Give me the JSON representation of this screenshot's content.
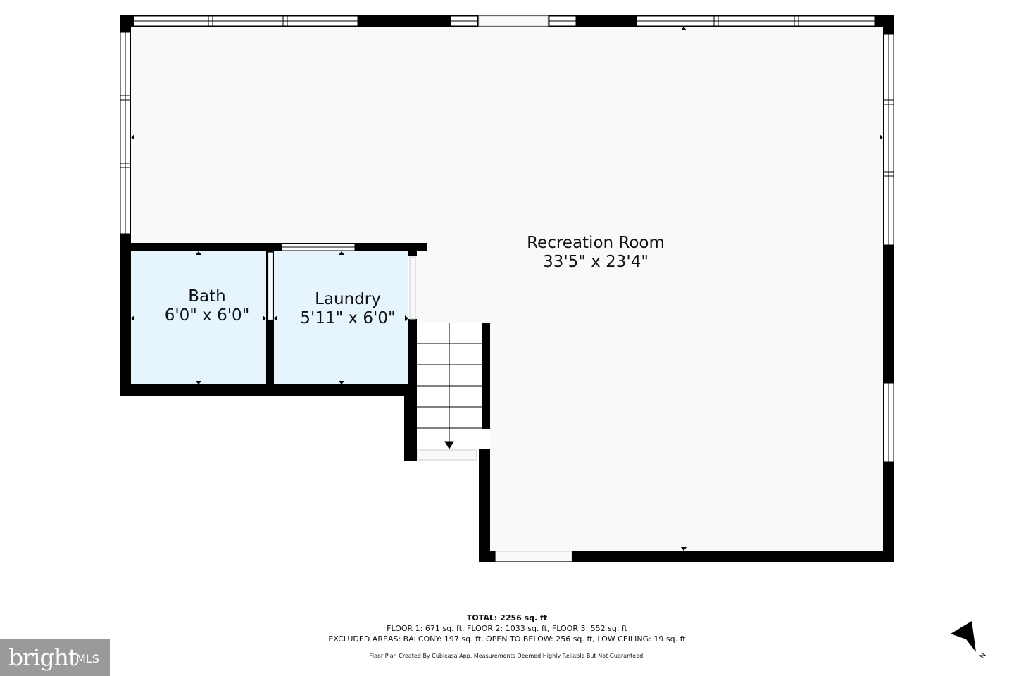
{
  "rooms": {
    "recreation": {
      "name": "Recreation Room",
      "dims": "33'5\" x 23'4\""
    },
    "bath": {
      "name": "Bath",
      "dims": "6'0\" x 6'0\""
    },
    "laundry": {
      "name": "Laundry",
      "dims": "5'11\" x 6'0\""
    }
  },
  "summary": {
    "total": "TOTAL: 2256 sq. ft",
    "floors": "FLOOR 1: 671 sq. ft, FLOOR 2: 1033 sq. ft, FLOOR 3: 552 sq. ft",
    "excluded": "EXCLUDED AREAS: BALCONY: 197 sq. ft, OPEN TO BELOW: 256 sq. ft, LOW CEILING: 19 sq. ft",
    "credit": "Floor Plan Created By Cubicasa App. Measurements Deemed Highly Reliable But Not Guaranteed."
  },
  "brand": {
    "word": "bright",
    "suffix": "MLS"
  },
  "compass": {
    "letter": "N"
  },
  "colors": {
    "wall": "#000000",
    "floor": "#f9f9f9",
    "wet_room": "#e6f4fd",
    "brand_bg": "#9a9a9a"
  }
}
